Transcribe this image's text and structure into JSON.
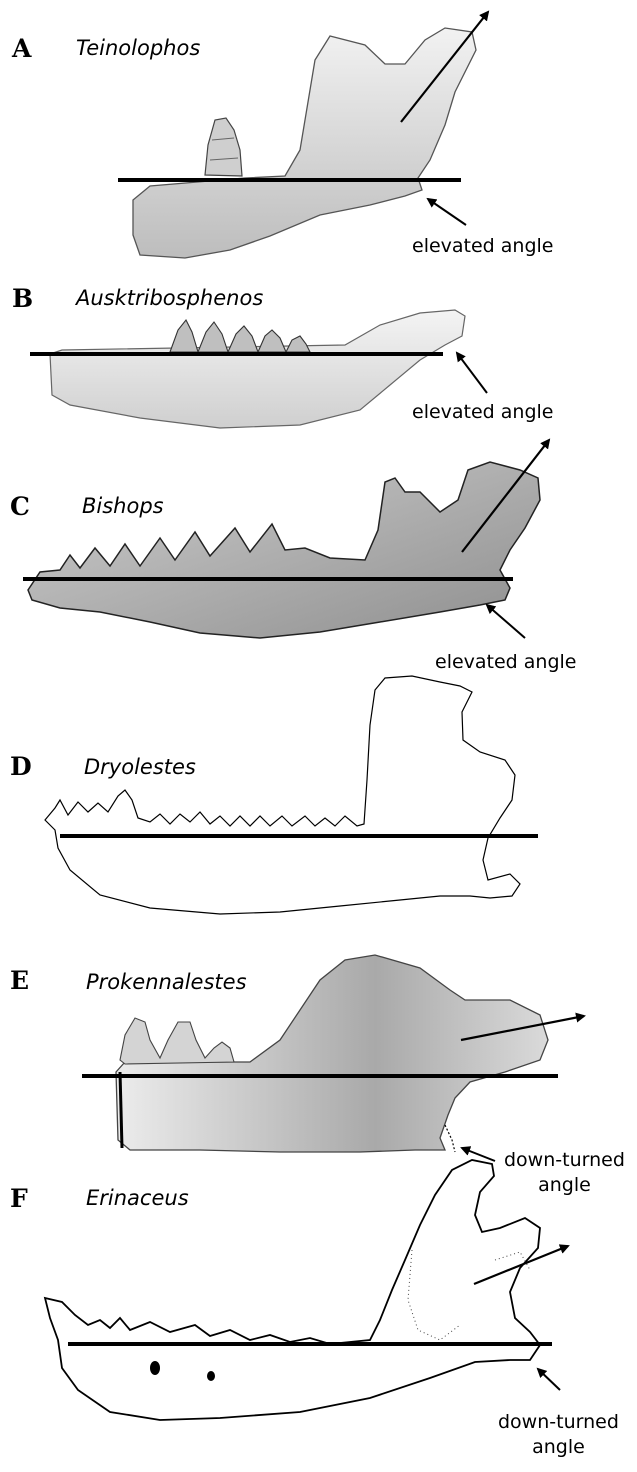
{
  "panels": [
    {
      "letter": "A",
      "taxon": "Teinolophos",
      "annotation": "elevated angle",
      "angle_type": "elevated"
    },
    {
      "letter": "B",
      "taxon": "Ausktribosphenos",
      "annotation": "elevated angle",
      "angle_type": "elevated"
    },
    {
      "letter": "C",
      "taxon": "Bishops",
      "annotation": "elevated angle",
      "angle_type": "elevated"
    },
    {
      "letter": "D",
      "taxon": "Dryolestes",
      "annotation": "",
      "angle_type": ""
    },
    {
      "letter": "E",
      "taxon": "Prokennalestes",
      "annotation_line1": "down-turned",
      "annotation_line2": "angle",
      "angle_type": "down-turned"
    },
    {
      "letter": "F",
      "taxon": "Erinaceus",
      "annotation_line1": "down-turned",
      "annotation_line2": "angle",
      "angle_type": "down-turned"
    }
  ],
  "colors": {
    "ink": "#000000",
    "bone_light": "#dcdcdc",
    "bone_mid": "#b9b9b9",
    "bone_dark": "#8c8c8c",
    "background": "#ffffff"
  }
}
